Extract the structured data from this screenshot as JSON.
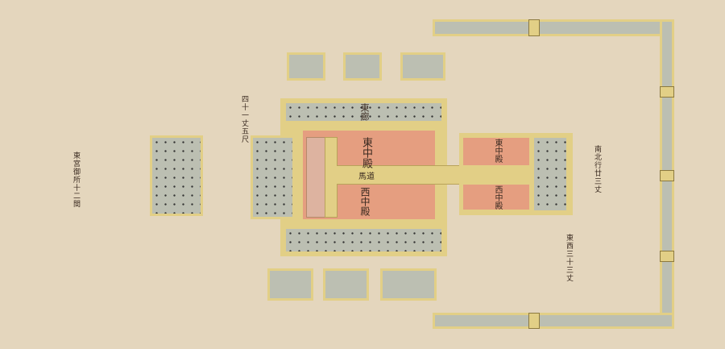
{
  "labels": {
    "east_corridor": "東廊",
    "east_middle_hall": "東中殿",
    "west_middle_hall": "西中殿",
    "horse_path": "馬道",
    "right_east_hall": "東中殿",
    "right_west_hall": "西中殿",
    "left_note": "東宮御所十二間",
    "right_note": "南北行廿三丈",
    "bottom_right_note": "東西三十三丈",
    "left_long_note": "四十一丈五尺"
  }
}
